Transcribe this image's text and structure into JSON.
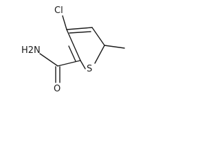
{
  "molecule": {
    "atoms": {
      "chlorine": "Cl",
      "sulfur": "S",
      "oxygen": "O",
      "amine": "H2N"
    }
  }
}
